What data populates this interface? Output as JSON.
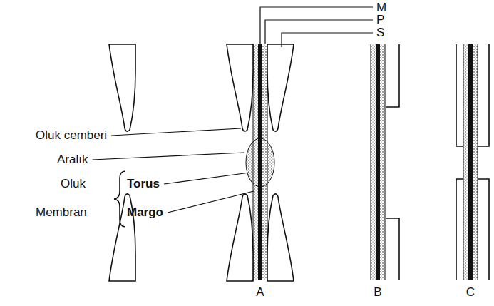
{
  "diagram": {
    "labels": [
      "M",
      "P",
      "S",
      "Oluk cemberi",
      "Aralık",
      "Oluk",
      "Torus",
      "Membran",
      "Margo",
      "A",
      "B",
      "C"
    ]
  }
}
